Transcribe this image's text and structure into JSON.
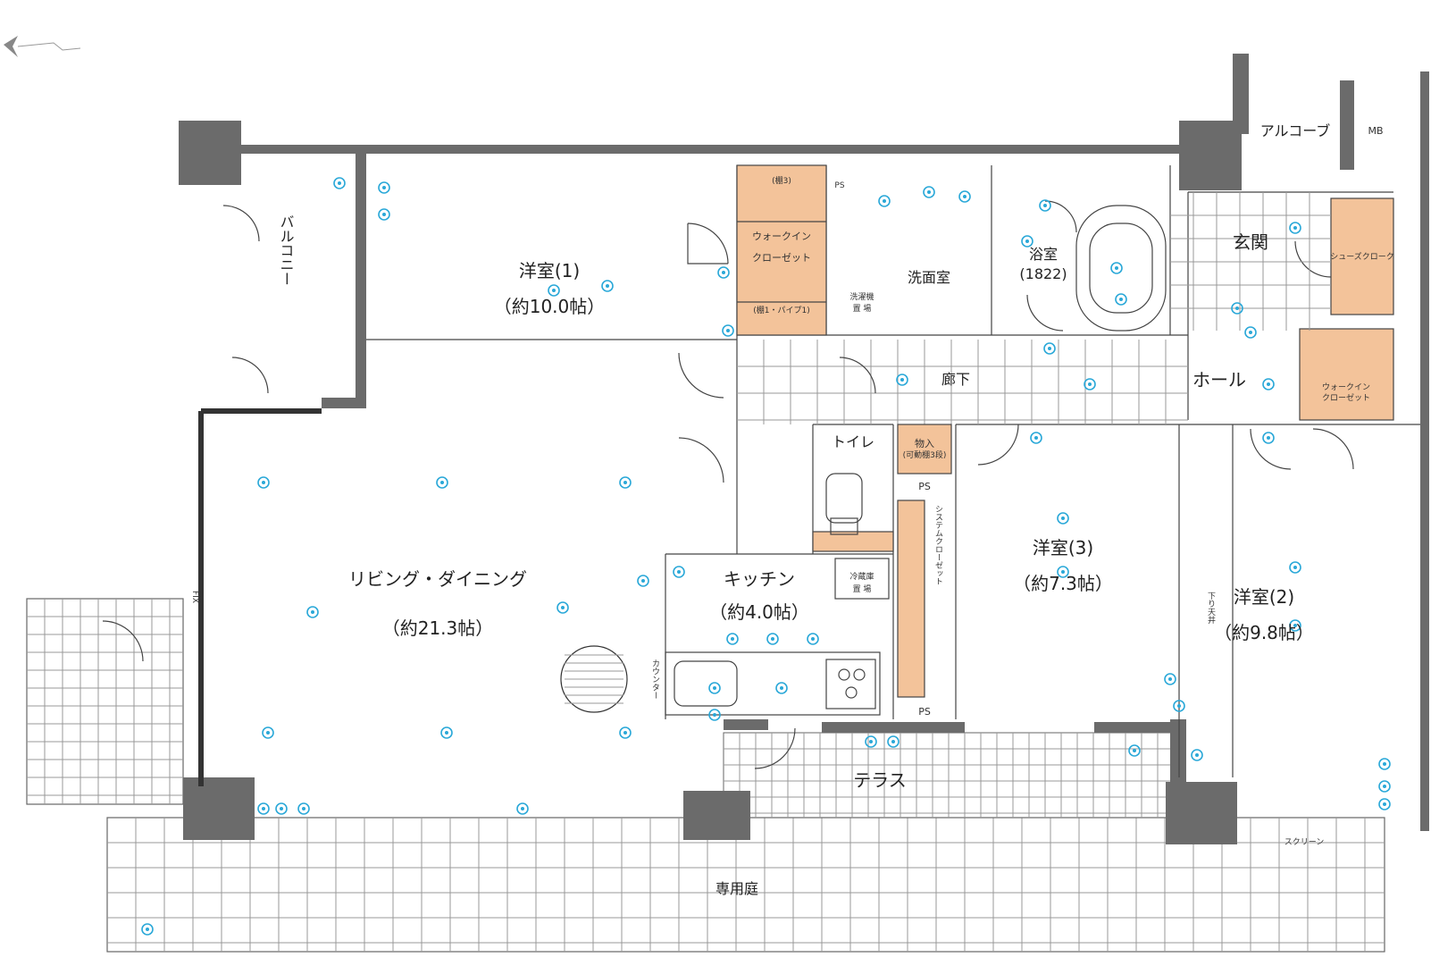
{
  "colors": {
    "wall": "#6b6b6b",
    "closet": "#f3c39a",
    "equipment": "#2aa8d8"
  },
  "rooms": {
    "western1": {
      "name": "洋室(1)",
      "size": "（約10.0帖）"
    },
    "western2": {
      "name": "洋室(2)",
      "size": "（約9.8帖）"
    },
    "western3": {
      "name": "洋室(3)",
      "size": "（約7.3帖）"
    },
    "living": {
      "name": "リビング・ダイニング",
      "size": "（約21.3帖）"
    },
    "kitchen": {
      "name": "キッチン",
      "size": "（約4.0帖）"
    },
    "bath": {
      "name": "浴室",
      "size": "(1822)"
    },
    "washroom": "洗面室",
    "toilet": "トイレ",
    "corridor": "廊下",
    "hall": "ホール",
    "entrance": "玄関",
    "balcony": "バルコニー",
    "terrace": "テラス",
    "garden": "専用庭",
    "alcove": "アルコーブ",
    "mb": "MB",
    "shoes": "シューズクローク",
    "wic1": "ウォークイン\nクローゼット",
    "wic2": "ウォークイン\nクローゼット",
    "storage": "物入",
    "storage_note": "(可動棚3段)",
    "system_closet": "システムクローゼット",
    "laundry": "洗濯機\n置 場",
    "fridge": "冷蔵庫\n置 場",
    "counter": "カウンター",
    "ceiling_drop": "下り天井",
    "ps": "PS",
    "shelf3": "(棚3)",
    "shelf_pipe": "(棚1・パイプ1)",
    "fix": "FIX",
    "screen": "スクリーン"
  }
}
